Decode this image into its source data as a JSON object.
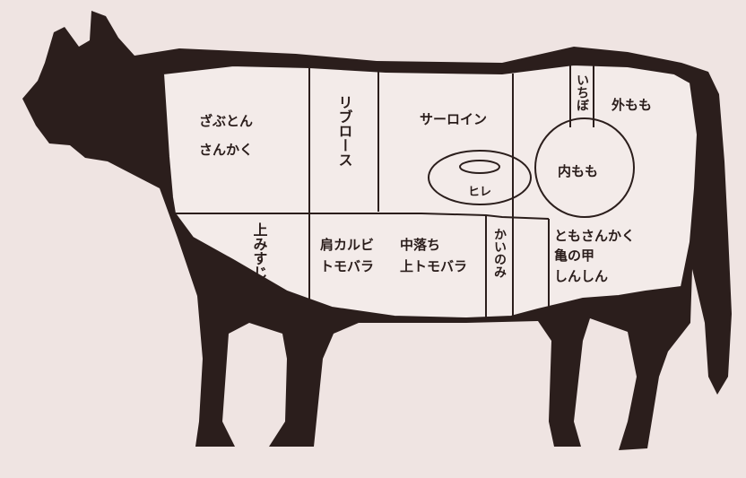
{
  "colors": {
    "background": "#efe4e2",
    "cow": "#2b1e1c",
    "body": "#f3ebe9",
    "line": "#2b1e1c",
    "text": "#2a1d1b"
  },
  "cuts": {
    "zabuton": "ざぶとん",
    "sankaku": "さんかく",
    "ribrose": "リブロース",
    "sirloin": "サーロイン",
    "ichibo": "いちぼ",
    "sotomomo": "外もも",
    "uchimomo": "内もも",
    "hire": "ヒレ",
    "kamisuji": "上みすじ",
    "katakarubi": "肩カルビ",
    "tomobara": "トモバラ",
    "nakaochi": "中落ち",
    "kamitomobara": "上トモバラ",
    "kainomi": "かいのみ",
    "tomosankaku": "ともさんかく",
    "kamenoko": "亀の甲",
    "shinshin": "しんしん"
  }
}
